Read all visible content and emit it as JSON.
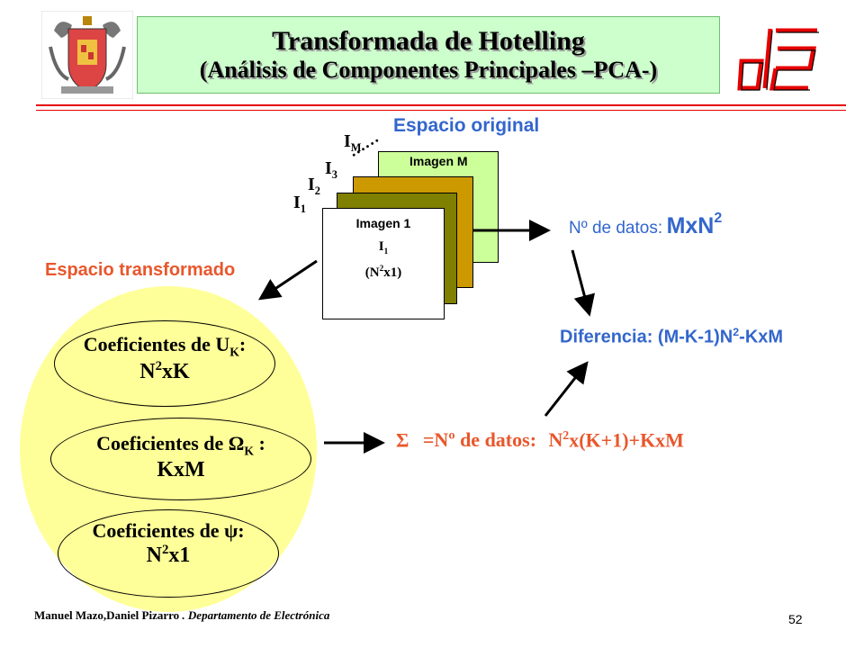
{
  "header": {
    "title_line1": "Transformada de Hotelling",
    "title_line2": "(Análisis de Componentes Principales –PCA-)"
  },
  "diagram": {
    "space_original": "Espacio original",
    "image_m_label": "Imagen M",
    "image_1_label": "Imagen 1",
    "image_1_sub": "I",
    "image_1_sub_idx": "1",
    "image_1_dims_pre": "(N",
    "image_1_dims_sup": "2",
    "image_1_dims_post": "x1)",
    "stack_labels": [
      {
        "base": "I",
        "sub": "M"
      },
      {
        "base": "I",
        "sub": "3"
      },
      {
        "base": "I",
        "sub": "2"
      },
      {
        "base": "I",
        "sub": "1"
      }
    ],
    "dots": "……",
    "space_transformed": "Espacio transformado",
    "num_data_label": "Nº de datos:",
    "num_data_value_base": "MxN",
    "num_data_value_sup": "2",
    "difference_pre": "Diferencia: (M-K-1)N",
    "difference_sup": "2",
    "difference_post": "-KxM",
    "sum_symbol": "Σ",
    "sum_label": "=Nº de datos:",
    "sum_value_pre": "N",
    "sum_value_sup": "2",
    "sum_value_post": "x(K+1)+KxM",
    "coef_groups": [
      {
        "line1_pre": "Coeficientes de U",
        "line1_sub": "K",
        "line1_post": ":",
        "line2_pre": "N",
        "line2_sup": "2",
        "line2_post": "xK"
      },
      {
        "line1_pre": "Coeficientes de Ω",
        "line1_sub": "K",
        "line1_post": " :",
        "line2_pre": "KxM",
        "line2_sup": "",
        "line2_post": ""
      },
      {
        "line1_pre": "Coeficientes de ψ",
        "line1_sub": "",
        "line1_post": ":",
        "line2_pre": "N",
        "line2_sup": "2",
        "line2_post": "x1"
      }
    ]
  },
  "footer": {
    "authors": "Manuel Mazo,Daniel Pizarro",
    "department": ". Departamento de Electrónica",
    "page_number": "52"
  },
  "colors": {
    "title_bg": "#ccffcc",
    "image_m": "#ccff99",
    "image_3": "#cc9900",
    "image_2": "#808000",
    "image_1": "#ffffff",
    "blob": "#ffff99",
    "logo_red": "#e60000",
    "blue_text": "#3366cc",
    "orange_text": "#e8572c"
  }
}
